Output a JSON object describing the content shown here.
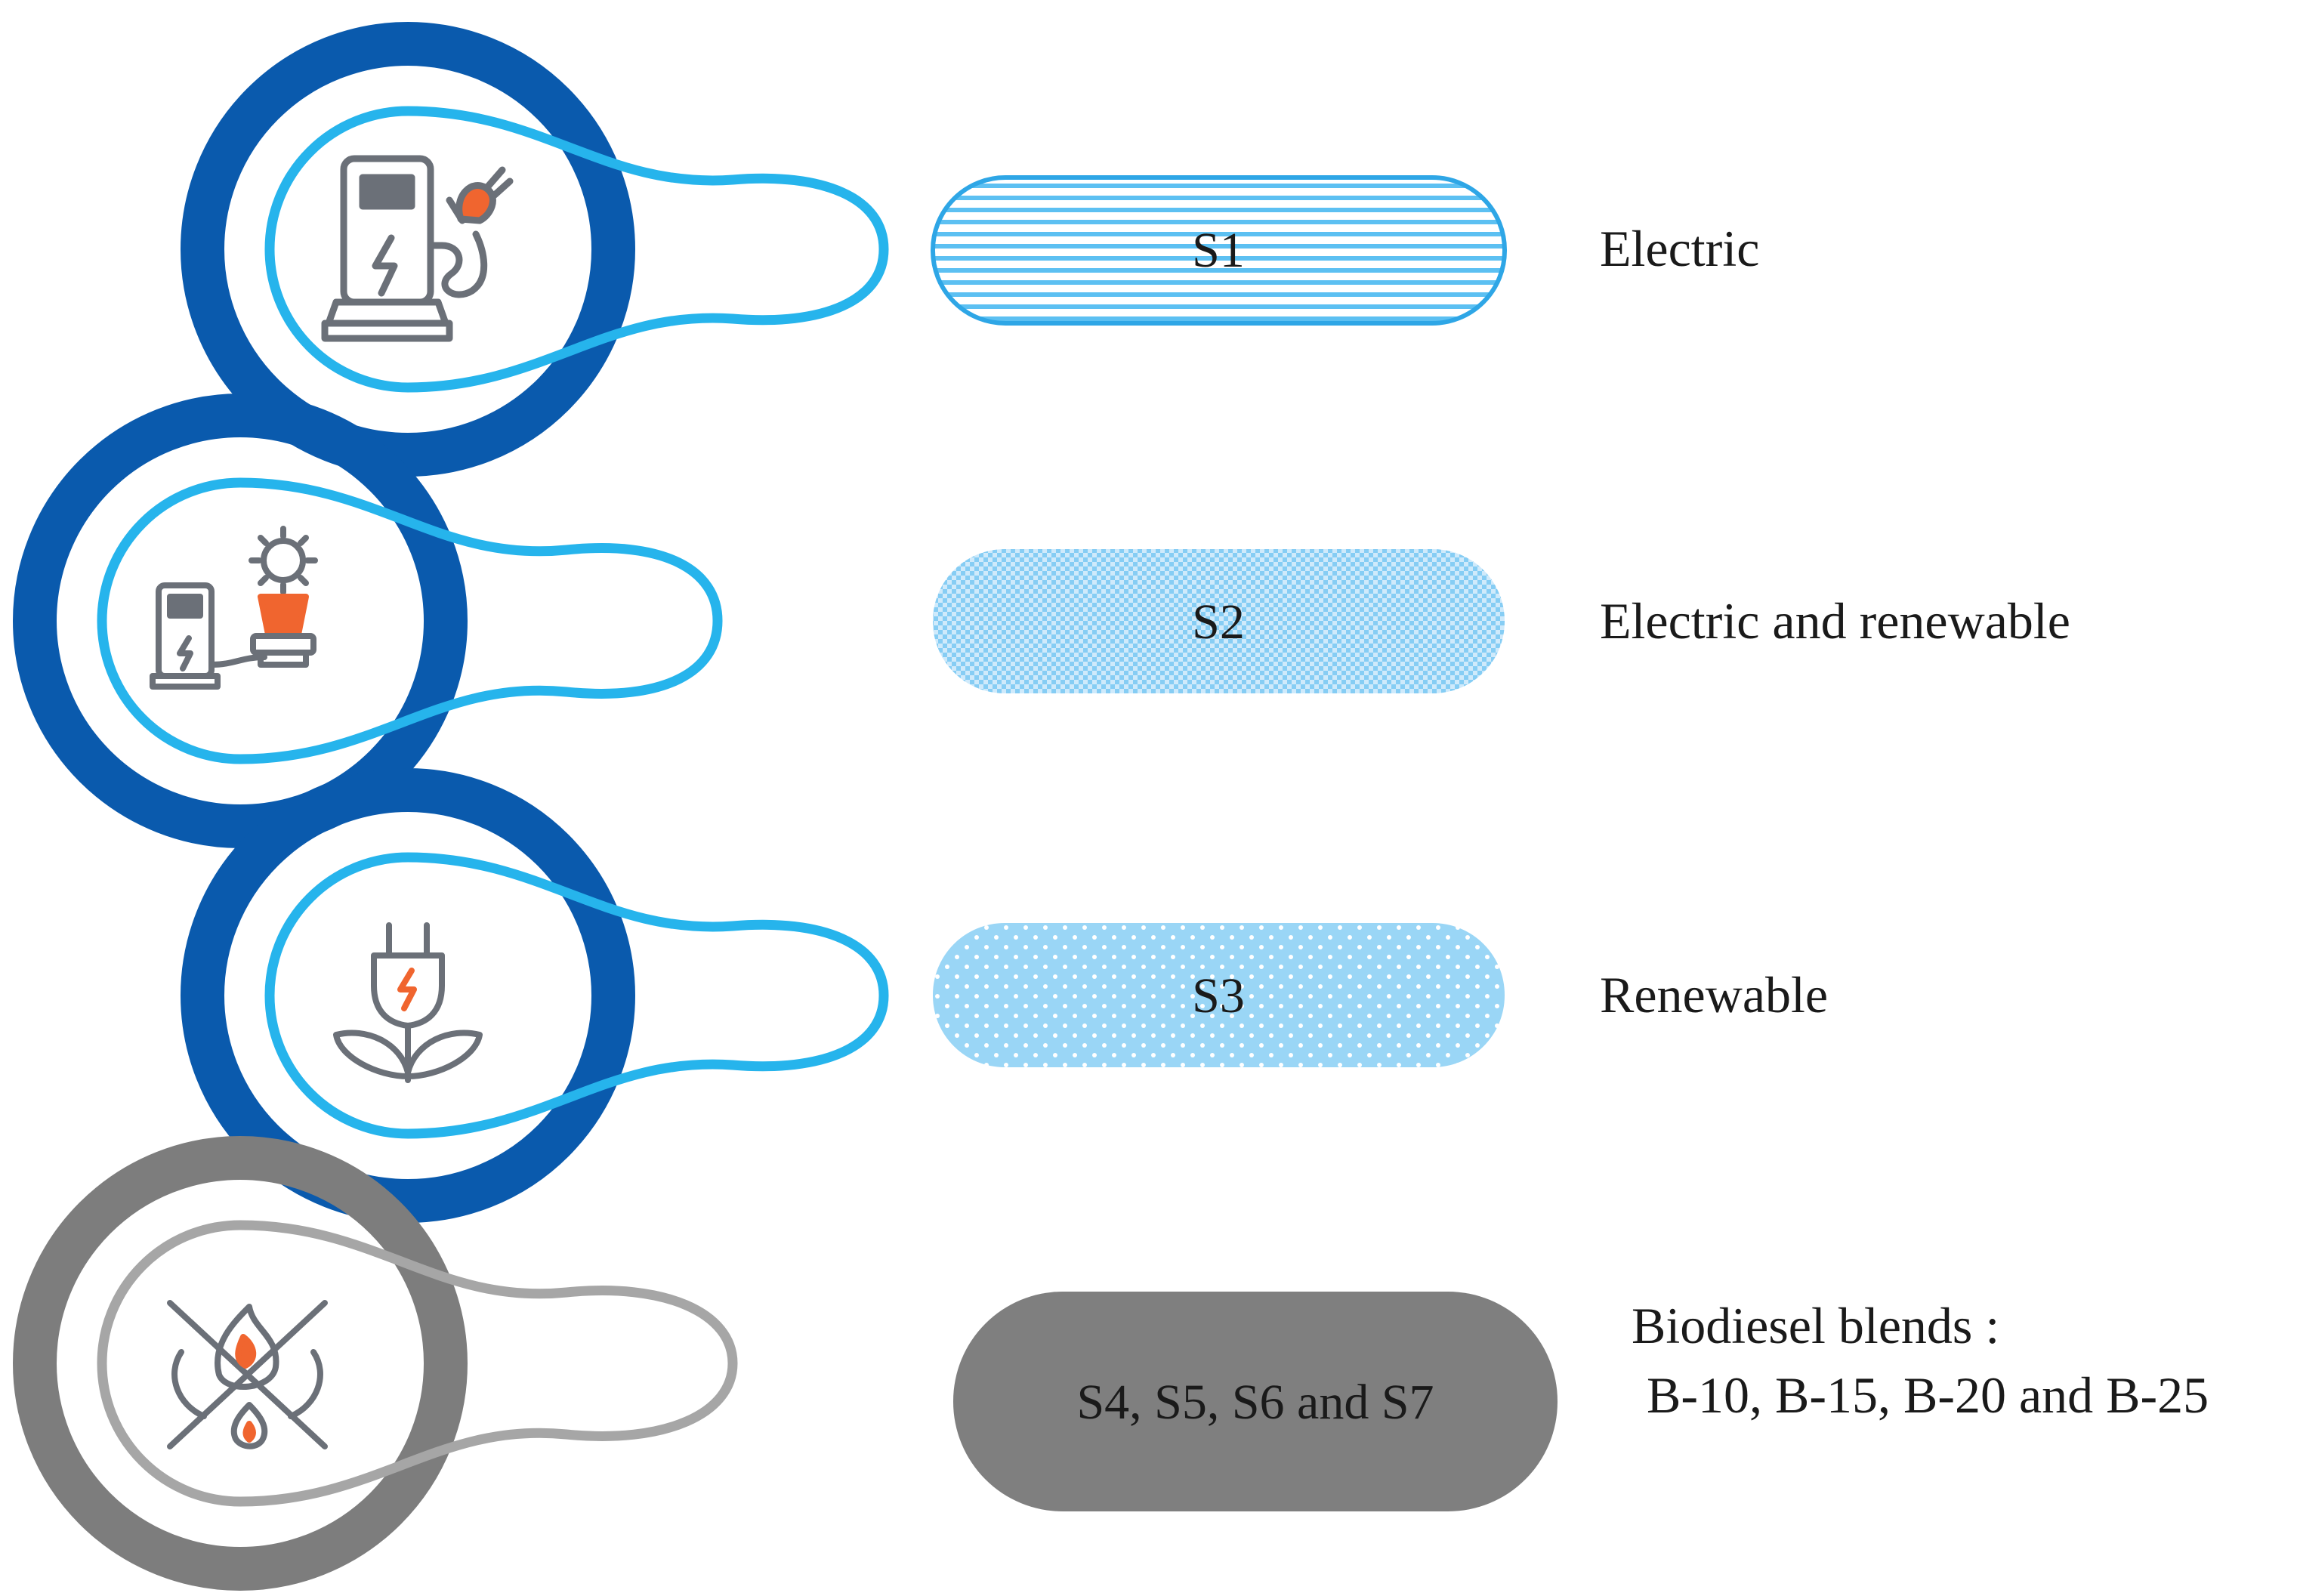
{
  "scenarios": [
    {
      "id": "s1",
      "pill_text": "S1",
      "label_lines": [
        "Electric"
      ],
      "icon": "charging-station-plug-icon",
      "outer_ring_color": "#0a5aad",
      "inner_ring_color": "#26b4ec",
      "pill_pattern": "horizontal-stripes"
    },
    {
      "id": "s2",
      "pill_text": "S2",
      "label_lines": [
        "Electric and renewable"
      ],
      "icon": "charging-station-solar-icon",
      "outer_ring_color": "#0a5aad",
      "inner_ring_color": "#26b4ec",
      "pill_pattern": "fine-checker"
    },
    {
      "id": "s3",
      "pill_text": "S3",
      "label_lines": [
        "Renewable"
      ],
      "icon": "plug-leaf-icon",
      "outer_ring_color": "#0a5aad",
      "inner_ring_color": "#26b4ec",
      "pill_pattern": "dotted"
    },
    {
      "id": "s4",
      "pill_text": "S4, S5, S6 and S7",
      "label_lines": [
        "Biodiesel blends :",
        "B-10, B-15, B-20 and B-25"
      ],
      "icon": "biofuel-flame-crossed-icon",
      "outer_ring_color": "#7d7d7d",
      "inner_ring_color": "#a6a6a6",
      "pill_pattern": "solid-gray"
    }
  ],
  "colors": {
    "accent_orange": "#f0652f",
    "icon_gray": "#6b7078",
    "pill_gray": "#7f7f7f"
  }
}
